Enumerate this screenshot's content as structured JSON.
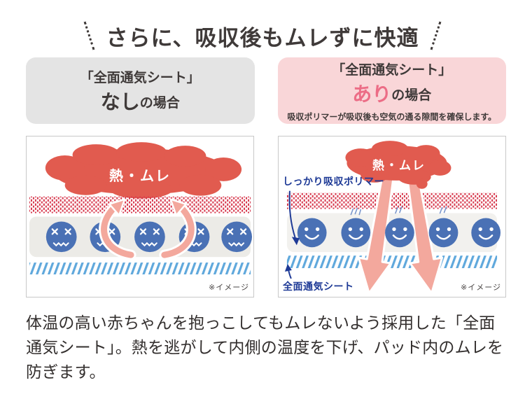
{
  "title": "さらに、吸収後もムレずに快適",
  "cards": {
    "left": {
      "line1": "「全面通気シート」",
      "emphasis": "なし",
      "suffix": "の場合"
    },
    "right": {
      "line1": "「全面通気シート」",
      "emphasis": "あり",
      "suffix": "の場合",
      "note": "吸収ポリマーが吸収後も空気の通る隙間を確保します。"
    }
  },
  "panels": {
    "left": {
      "blob_label": "熱・ムレ",
      "caption": "※イメージ"
    },
    "right": {
      "blob_label": "熱・ムレ",
      "polymer_label": "しっかり吸収ポリマー",
      "sheet_label": "全面通気シート",
      "caption": "※イメージ"
    }
  },
  "description": "体温の高い赤ちゃんを抱っこしてもムレないよう採用した「全面通気シート」。熱を逃がして内側の温度を下げ、パッド内のムレを防ぎます。",
  "colors": {
    "title_text": "#3f3a39",
    "card_grey_bg": "#e4e4e4",
    "card_pink_bg": "#f9d6d8",
    "accent_pink": "#ec6d86",
    "blob_red": "#e15b4f",
    "dot_red": "#d6354a",
    "polymer_blue": "#4a71b5",
    "stripe_blue": "#5fa8dc",
    "label_navy": "#1e3a96",
    "arrow_pink": "#f3a89d",
    "body_text": "#332f2e"
  }
}
